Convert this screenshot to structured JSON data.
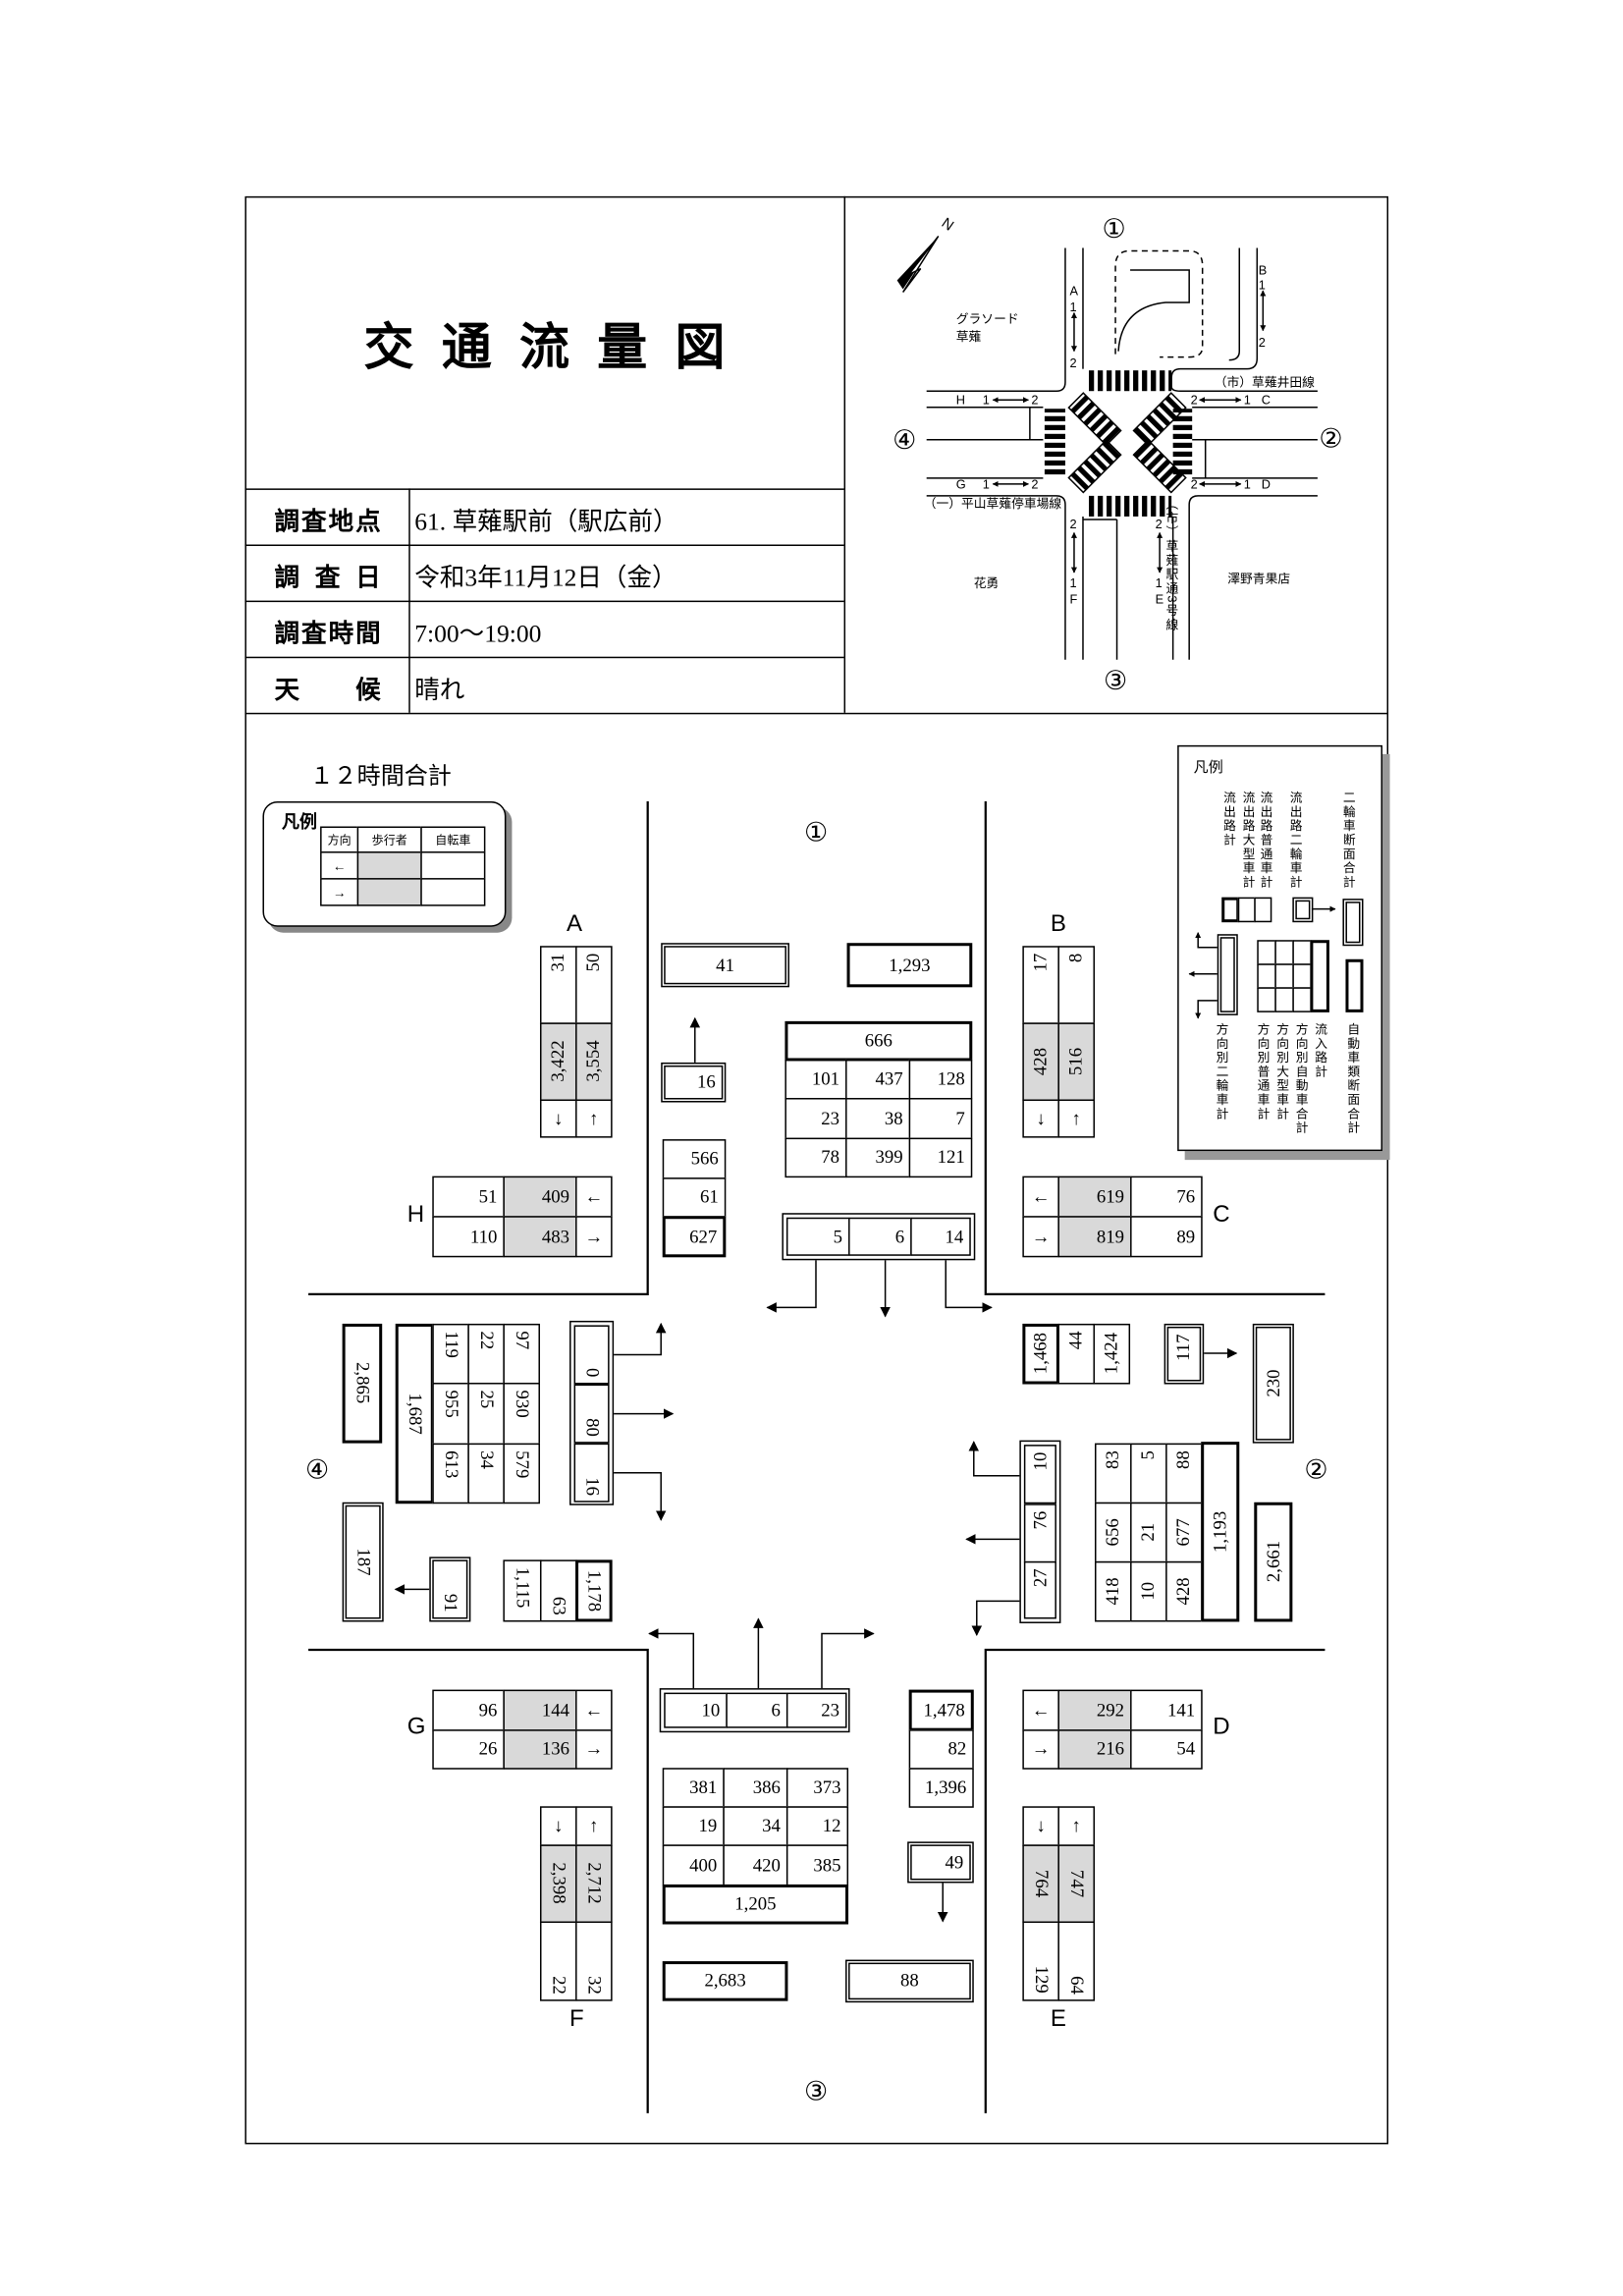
{
  "header": {
    "title": "交通流量図"
  },
  "info": [
    {
      "label": "調査地点",
      "value": "61. 草薙駅前（駅広前）"
    },
    {
      "label": "調 査 日",
      "value": "令和3年11月12日（金）"
    },
    {
      "label": "調査時間",
      "value": "7:00～19:00"
    },
    {
      "label": "天　　候",
      "value": "晴れ"
    }
  ],
  "map": {
    "north": "N",
    "approaches": [
      "①",
      "②",
      "③",
      "④"
    ],
    "points": {
      "A": {
        "name": "A",
        "p1": "1",
        "p2": "2"
      },
      "B": {
        "name": "B",
        "p1": "1",
        "p2": "2"
      },
      "C": {
        "name": "C",
        "p1": "1",
        "p2": "2"
      },
      "D": {
        "name": "D",
        "p1": "1",
        "p2": "2"
      },
      "E": {
        "name": "E",
        "p1": "1",
        "p2": "2"
      },
      "F": {
        "name": "F",
        "p1": "1",
        "p2": "2"
      },
      "G": {
        "name": "G",
        "p1": "1",
        "p2": "2"
      },
      "H": {
        "name": "H",
        "p1": "1",
        "p2": "2"
      }
    },
    "places": {
      "nw1": "グラソード",
      "nw2": "草薙",
      "road_east": "（市）草薙井田線",
      "road_west": "（一）平山草薙停車場線",
      "road_south": "（市）草薙駅通3号線",
      "sw": "花勇",
      "se": "澤野青果店"
    }
  },
  "diagram": {
    "title": "１２時間合計",
    "approaches": [
      "①",
      "②",
      "③",
      "④"
    ],
    "legend_small": {
      "title": "凡例",
      "headers": [
        "方向",
        "歩行者",
        "自転車"
      ],
      "arrows": [
        "←",
        "→"
      ]
    },
    "legend": {
      "title": "凡例",
      "top": [
        "流出路計",
        "流出路大型車計",
        "流出路普通車計",
        "流出路二輪車計",
        "二輪車断面合計"
      ],
      "bottom": [
        "方向別二輪車計",
        "方向別普通車計",
        "方向別大型車計",
        "方向別自動車合計",
        "流入路計",
        "自動車類断面合計"
      ]
    },
    "crosswalks": {
      "A": {
        "label": "A",
        "arrows": [
          "↓",
          "↑"
        ],
        "ped": [
          "3,422",
          "3,554"
        ],
        "bike": [
          "31",
          "50"
        ]
      },
      "B": {
        "label": "B",
        "arrows": [
          "↓",
          "↑"
        ],
        "ped": [
          "428",
          "516"
        ],
        "bike": [
          "17",
          "8"
        ]
      },
      "C": {
        "label": "C",
        "arrows": [
          "←",
          "→"
        ],
        "ped": [
          "619",
          "819"
        ],
        "bike": [
          "76",
          "89"
        ]
      },
      "D": {
        "label": "D",
        "arrows": [
          "←",
          "→"
        ],
        "ped": [
          "292",
          "216"
        ],
        "bike": [
          "141",
          "54"
        ]
      },
      "E": {
        "label": "E",
        "arrows": [
          "↓",
          "↑"
        ],
        "ped": [
          "764",
          "747"
        ],
        "bike": [
          "129",
          "64"
        ]
      },
      "F": {
        "label": "F",
        "arrows": [
          "↓",
          "↑"
        ],
        "ped": [
          "2,398",
          "2,712"
        ],
        "bike": [
          "22",
          "32"
        ]
      },
      "G": {
        "label": "G",
        "arrows": [
          "←",
          "→"
        ],
        "ped": [
          "144",
          "136"
        ],
        "bike": [
          "96",
          "26"
        ]
      },
      "H": {
        "label": "H",
        "arrows": [
          "←",
          "→"
        ],
        "ped": [
          "409",
          "483"
        ],
        "bike": [
          "51",
          "110"
        ]
      }
    },
    "ap1": {
      "bike_section": "41",
      "section_total": "1,293",
      "outflow_bike": "16",
      "outflow": {
        "normal": "566",
        "large": "61",
        "total": "627"
      },
      "inflow_total": "666",
      "grid": [
        [
          "101",
          "437",
          "128"
        ],
        [
          "23",
          "38",
          "7"
        ],
        [
          "78",
          "399",
          "121"
        ]
      ],
      "bike_dir": [
        "5",
        "6",
        "14"
      ]
    },
    "ap2": {
      "outflow": {
        "total": "1,468",
        "large": "44",
        "normal": "1,424"
      },
      "outflow_bike": "117",
      "bike_section": "230",
      "bike_dir": [
        "10",
        "76",
        "27"
      ],
      "grid": [
        [
          "83",
          "5",
          "88"
        ],
        [
          "656",
          "21",
          "677"
        ],
        [
          "418",
          "10",
          "428"
        ]
      ],
      "inflow_total": "1,193",
      "section_total": "2,661"
    },
    "ap3": {
      "bike_dir": [
        "10",
        "6",
        "23"
      ],
      "grid": [
        [
          "381",
          "386",
          "373"
        ],
        [
          "19",
          "34",
          "12"
        ],
        [
          "400",
          "420",
          "385"
        ]
      ],
      "inflow_total": "1,205",
      "section_total": "2,683",
      "bike_section": "88",
      "outflow": {
        "total": "1,478",
        "large": "82",
        "normal": "1,396"
      },
      "outflow_bike": "49"
    },
    "ap4": {
      "section_total": "2,865",
      "inflow_total": "1,687",
      "grid": [
        [
          "119",
          "22",
          "97"
        ],
        [
          "955",
          "25",
          "930"
        ],
        [
          "613",
          "34",
          "579"
        ]
      ],
      "bike_dir": [
        "0",
        "80",
        "16"
      ],
      "bike_section": "187",
      "outflow_bike": "91",
      "outflow": {
        "normal": "1,115",
        "large": "63",
        "total": "1,178"
      }
    }
  }
}
